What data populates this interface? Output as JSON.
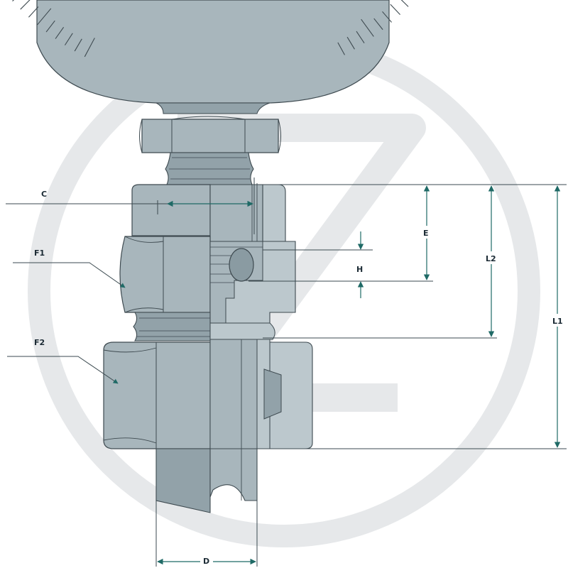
{
  "labels": {
    "C": "C",
    "F1": "F1",
    "F2": "F2",
    "E": "E",
    "H": "H",
    "L2": "L2",
    "L1": "L1",
    "D": "D"
  },
  "colors": {
    "metal": "#a8b6bc",
    "metal_dark": "#92a2a9",
    "metal_light": "#bcc8cd",
    "outline": "#3e4a50",
    "arrow": "#1f6a66",
    "leader": "#3b4a50",
    "watermark": "#e6e8ea",
    "o_ring": "#8a9ba2"
  }
}
